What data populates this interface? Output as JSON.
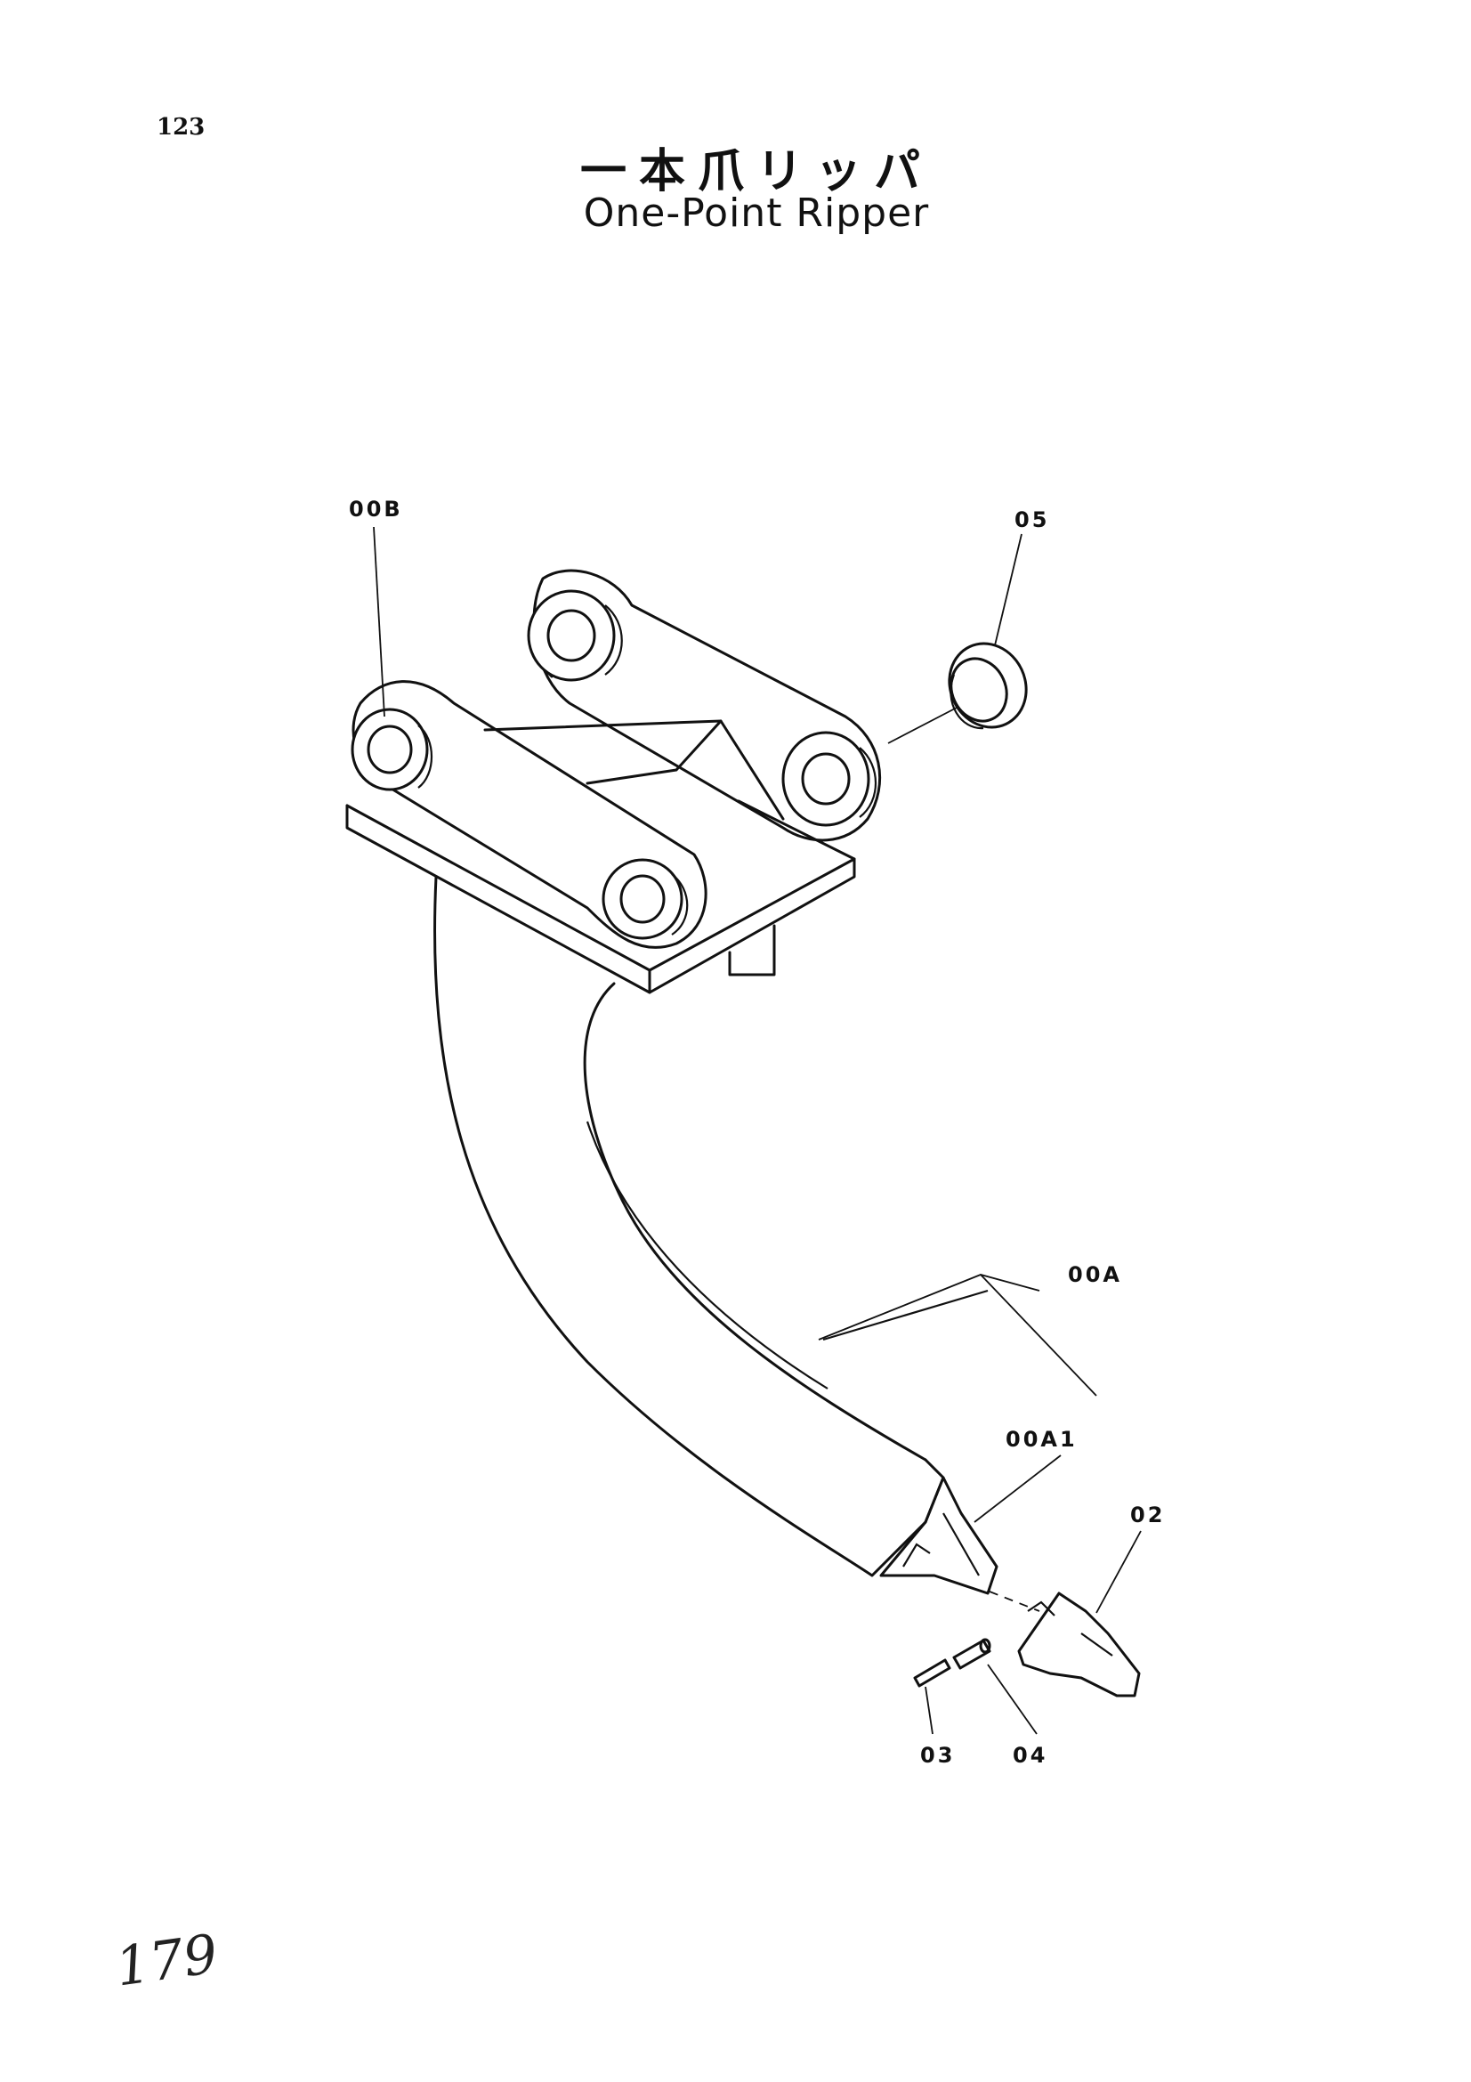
{
  "page_number": "123",
  "title_jp": "一本爪リッパ",
  "title_en": "One-Point Ripper",
  "handwritten_number": "179",
  "callouts": {
    "c00B": "00B",
    "c05": "05",
    "c00A": "00A",
    "c00A1": "00A1",
    "c02": "02",
    "c03": "03",
    "c04": "04"
  }
}
